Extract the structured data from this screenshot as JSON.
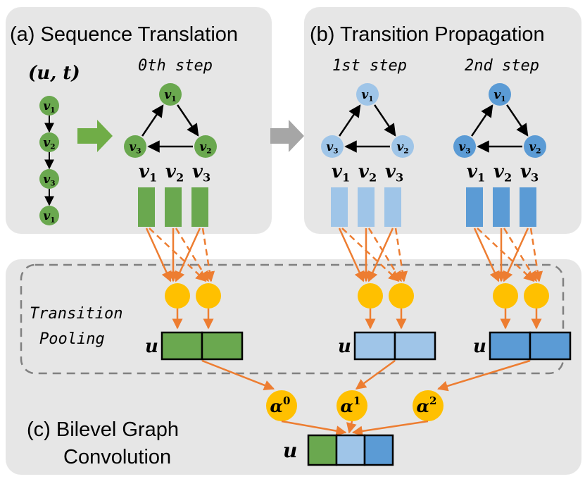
{
  "panels": {
    "a": {
      "title": "(a) Sequence Translation"
    },
    "b": {
      "title": "(b) Transition Propagation"
    },
    "c": {
      "title_line1": "(c) Bilevel Graph",
      "title_line2": "Convolution"
    }
  },
  "pair_label": "(u, t)",
  "sequence": [
    "v1",
    "v2",
    "v3",
    "v1"
  ],
  "steps": [
    {
      "label": "0th step"
    },
    {
      "label": "1st step"
    },
    {
      "label": "2nd step"
    }
  ],
  "node_labels": {
    "n1": "v1",
    "n2": "v2",
    "n3": "v3"
  },
  "vector_labels": [
    "v1",
    "v2",
    "v3"
  ],
  "pooling": {
    "line1": "Transition",
    "line2": "Pooling"
  },
  "u_label": "u",
  "alphas": [
    {
      "base": "α",
      "sup": "0"
    },
    {
      "base": "α",
      "sup": "1"
    },
    {
      "base": "α",
      "sup": "2"
    }
  ],
  "colors": {
    "panel_bg": "#e6e6e6",
    "green": "#6aa84f",
    "light_blue": "#9fc5e8",
    "blue": "#5b9bd5",
    "orange": "#ed7d31",
    "gold": "#ffc000",
    "gray_arrow": "#a6a6a6",
    "green_arrow": "#70ad47",
    "dashed_border": "#808080"
  }
}
